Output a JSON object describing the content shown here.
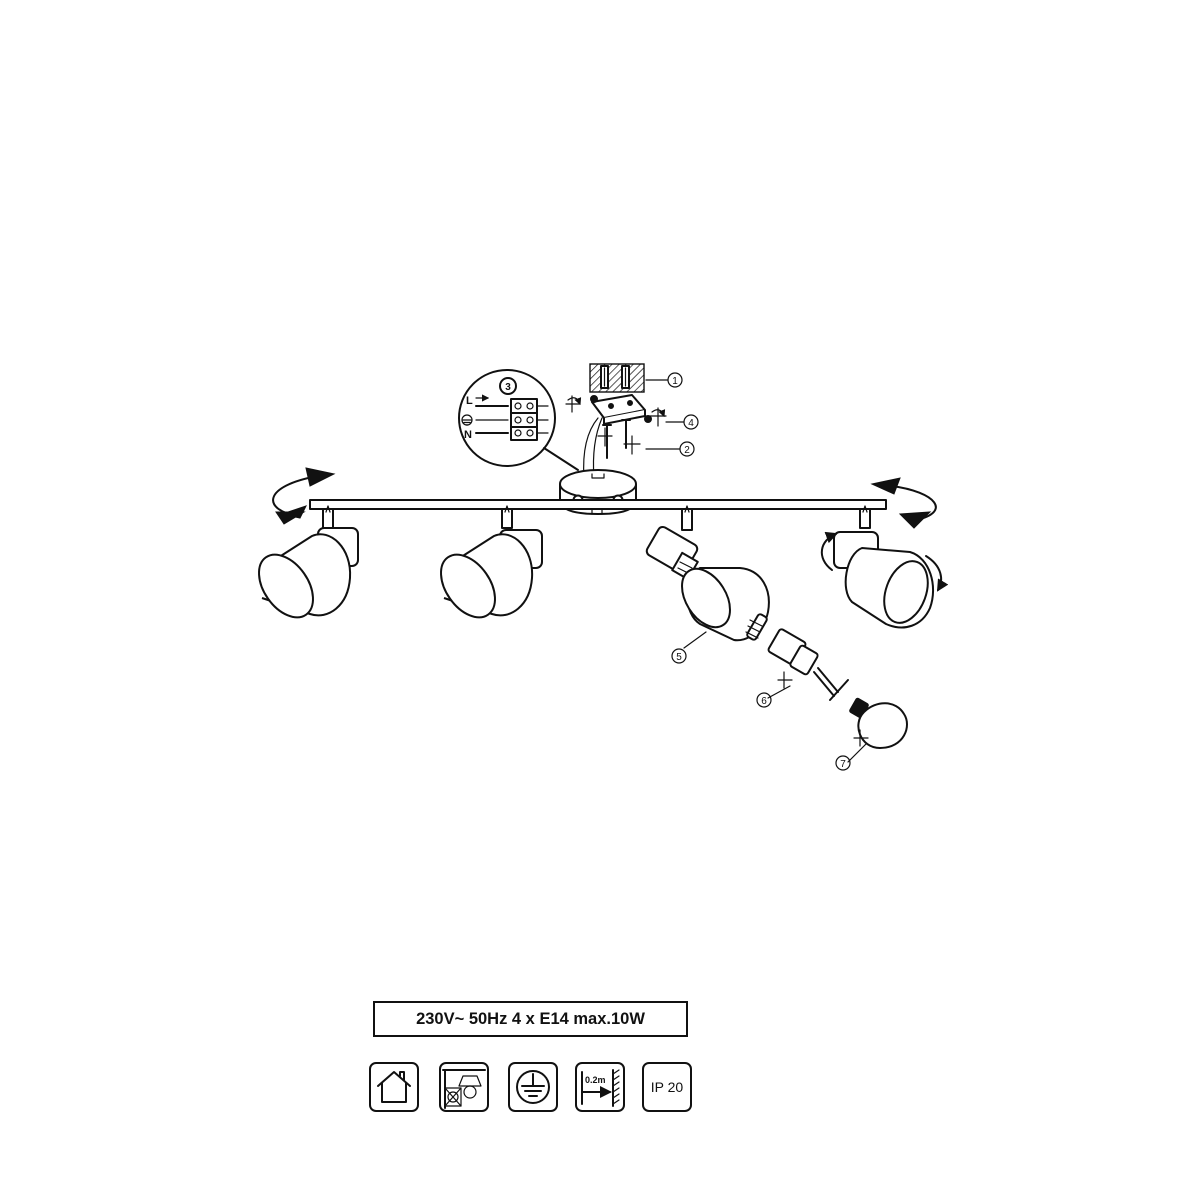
{
  "callouts": [
    "1",
    "2",
    "3",
    "4",
    "5",
    "6",
    "7"
  ],
  "terminals": {
    "live": "L",
    "neutral": "N"
  },
  "spec": "230V~ 50Hz  4 x E14 max.10W",
  "symbols": {
    "distance_label": "0.2m",
    "ip_rating": "IP 20"
  },
  "icons": [
    "indoor-house-icon",
    "no-covering-insulation-icon",
    "protective-earth-icon",
    "min-distance-icon"
  ]
}
